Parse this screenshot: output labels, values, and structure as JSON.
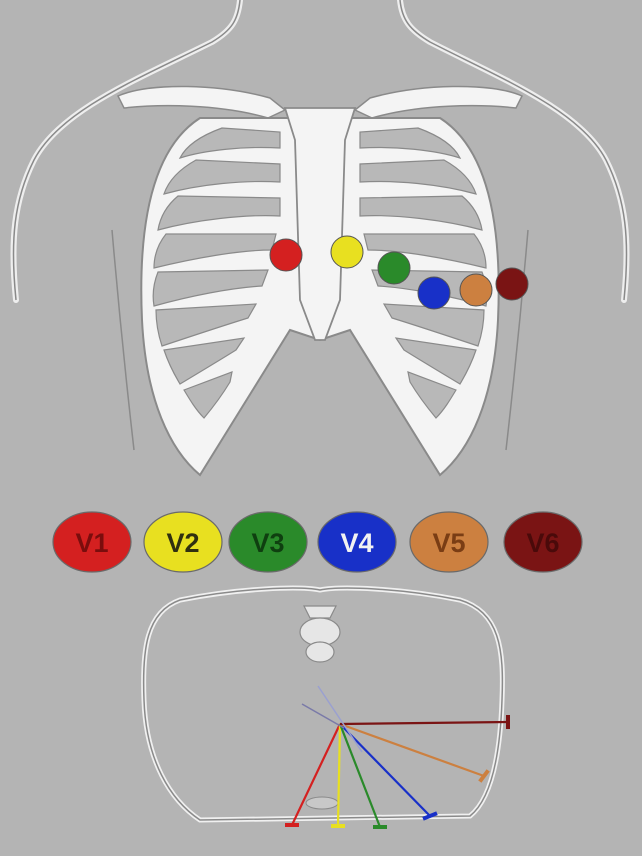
{
  "leads": [
    {
      "label": "V1",
      "color": "#d42020",
      "text_color": "#7a0d0d"
    },
    {
      "label": "V2",
      "color": "#e8e020",
      "text_color": "#303010"
    },
    {
      "label": "V3",
      "color": "#2a8a2a",
      "text_color": "#0f3f10"
    },
    {
      "label": "V4",
      "color": "#1830c8",
      "text_color": "#f2f2f2"
    },
    {
      "label": "V5",
      "color": "#cc8040",
      "text_color": "#7a3d14"
    },
    {
      "label": "V6",
      "color": "#7a1414",
      "text_color": "#4a0a0a"
    }
  ],
  "colors": {
    "background": "#b4b4b4",
    "bone": "#f4f4f4",
    "outline": "#8a8a8a"
  }
}
